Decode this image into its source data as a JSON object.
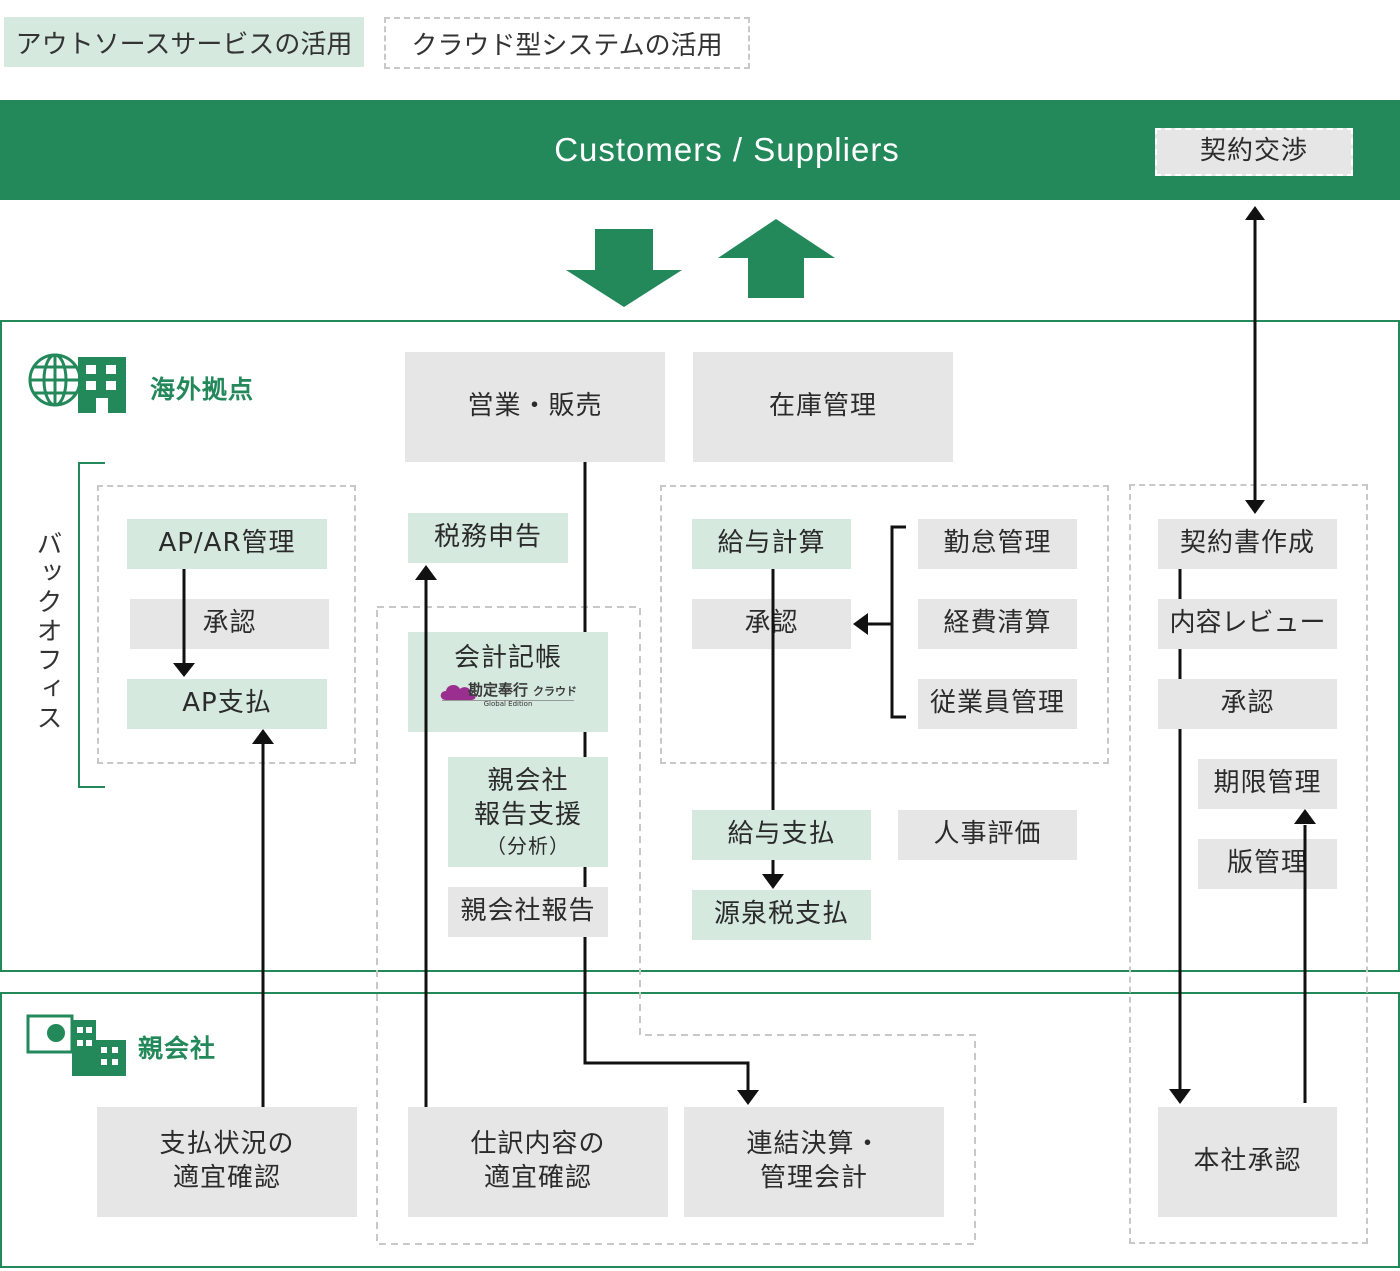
{
  "legend": {
    "outsource": "アウトソースサービスの活用",
    "cloud": "クラウド型システムの活用"
  },
  "banner": {
    "title": "Customers / Suppliers",
    "negotiation": "契約交渉"
  },
  "overseas": {
    "label": "海外拠点",
    "backoffice": "バックオフィス",
    "sales": "営業・販売",
    "inventory": "在庫管理",
    "ap_ar": "AP/AR管理",
    "approval_ap": "承認",
    "ap_pay": "AP支払",
    "tax": "税務申告",
    "bookkeeping": "会計記帳",
    "logo_main": "勘定奉行",
    "logo_sub": "クラウド",
    "logo_caption": "Global Edition",
    "report_support": [
      "親会社",
      "報告支援",
      "（分析）"
    ],
    "parent_report": "親会社報告",
    "payroll_calc": "給与計算",
    "approval_hr": "承認",
    "attendance": "勤怠管理",
    "expense": "経費清算",
    "employee": "従業員管理",
    "payroll_pay": "給与支払",
    "evaluation": "人事評価",
    "withholding": "源泉税支払",
    "contract_create": "契約書作成",
    "content_review": "内容レビュー",
    "approval_contract": "承認",
    "deadline": "期限管理",
    "version": "版管理"
  },
  "parent": {
    "label": "親会社",
    "payment_check": [
      "支払状況の",
      "適宜確認"
    ],
    "journal_check": [
      "仕訳内容の",
      "適宜確認"
    ],
    "consolidation": [
      "連結決算・",
      "管理会計"
    ],
    "hq_approval": "本社承認"
  },
  "colors": {
    "brand_green": "#23885a",
    "light_green": "#d5e9de",
    "light_gray": "#e6e6e6",
    "logo_purple": "#9b2f8f"
  }
}
